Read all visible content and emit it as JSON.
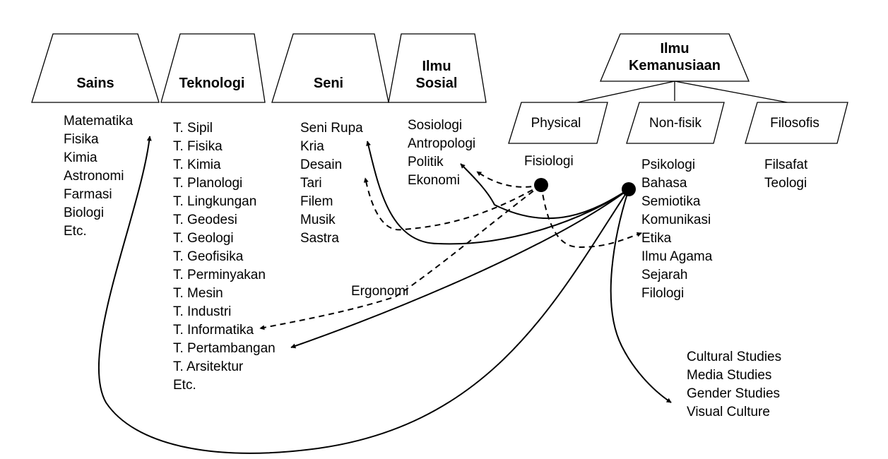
{
  "headings": [
    {
      "id": "sains",
      "lines": [
        "Sains"
      ]
    },
    {
      "id": "teknologi",
      "lines": [
        "Teknologi"
      ]
    },
    {
      "id": "seni",
      "lines": [
        "Seni"
      ]
    },
    {
      "id": "ilmu-sosial",
      "lines": [
        "Ilmu",
        "Sosial"
      ]
    },
    {
      "id": "ilmu-kemanusiaan",
      "lines": [
        "Ilmu",
        "Kemanusiaan"
      ]
    }
  ],
  "subcategories": [
    {
      "id": "physical",
      "label": "Physical"
    },
    {
      "id": "non-fisik",
      "label": "Non-fisik"
    },
    {
      "id": "filosofis",
      "label": "Filosofis"
    }
  ],
  "lists": {
    "sains": [
      "Matematika",
      "Fisika",
      "Kimia",
      "Astronomi",
      "Farmasi",
      "Biologi",
      "Etc."
    ],
    "teknologi": [
      "T. Sipil",
      "T. Fisika",
      "T. Kimia",
      "T. Planologi",
      "T. Lingkungan",
      "T. Geodesi",
      "T. Geologi",
      "T. Geofisika",
      "T. Perminyakan",
      "T. Mesin",
      "T. Industri",
      "T. Informatika",
      "T. Pertambangan",
      "T. Arsitektur",
      "Etc."
    ],
    "seni": [
      "Seni  Rupa",
      "Kria",
      "Desain",
      "Tari",
      "Filem",
      "Musik",
      "Sastra"
    ],
    "sosial": [
      "Sosiologi",
      "Antropologi",
      "Politik",
      "Ekonomi"
    ],
    "physical": [
      "Fisiologi"
    ],
    "nonfisik": [
      "Psikologi",
      "Bahasa",
      "Semiotika",
      "Komunikasi",
      "Etika",
      "Ilmu Agama",
      "Sejarah",
      "Filologi"
    ],
    "filosofis": [
      "Filsafat",
      "Teologi"
    ],
    "studies": [
      "Cultural Studies",
      "Media Studies",
      "Gender Studies",
      "Visual Culture"
    ]
  },
  "annotation": "Ergonomi"
}
